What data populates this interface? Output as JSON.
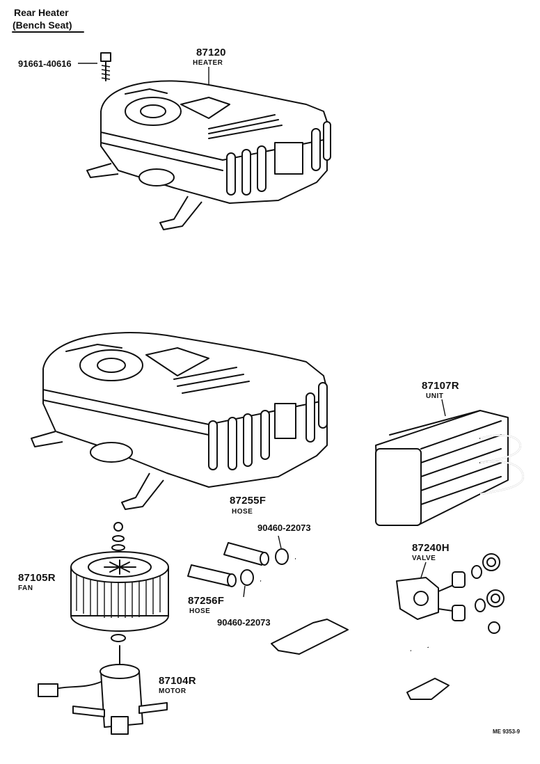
{
  "title": {
    "line1": "Rear Heater",
    "line2": "(Bench Seat)"
  },
  "parts": {
    "bolt": {
      "number": "91661-40616"
    },
    "heater": {
      "number": "87120",
      "name": "HEATER"
    },
    "unit": {
      "number": "87107R",
      "name": "UNIT"
    },
    "hose_upper": {
      "number": "87255F",
      "name": "HOSE"
    },
    "clamp_upper": {
      "number": "90460-22073"
    },
    "valve": {
      "number": "87240H",
      "name": "VALVE"
    },
    "fan": {
      "number": "87105R",
      "name": "FAN"
    },
    "hose_lower": {
      "number": "87256F",
      "name": "HOSE"
    },
    "clamp_lower": {
      "number": "90460-22073"
    },
    "motor": {
      "number": "87104R",
      "name": "MOTOR"
    }
  },
  "footer": {
    "code": "ME 9353-9"
  }
}
